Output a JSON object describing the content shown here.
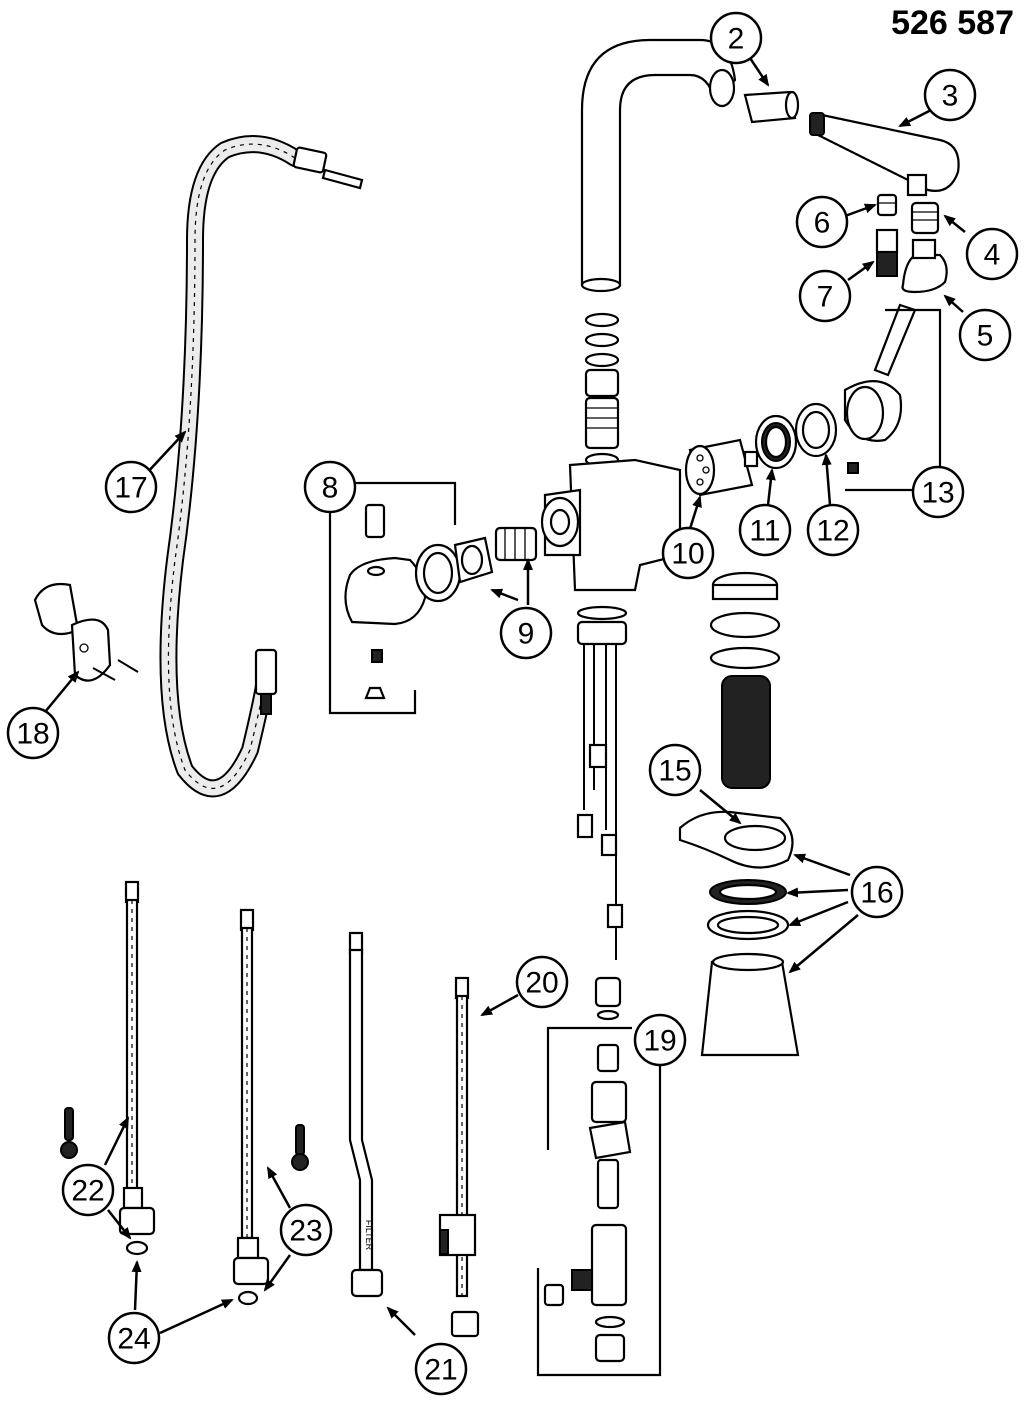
{
  "document_number": "526 587",
  "callouts": [
    "2",
    "3",
    "4",
    "5",
    "6",
    "7",
    "8",
    "9",
    "10",
    "11",
    "12",
    "13",
    "15",
    "16",
    "17",
    "18",
    "19",
    "20",
    "21",
    "22",
    "23",
    "24"
  ],
  "filter_label": "FILTER"
}
